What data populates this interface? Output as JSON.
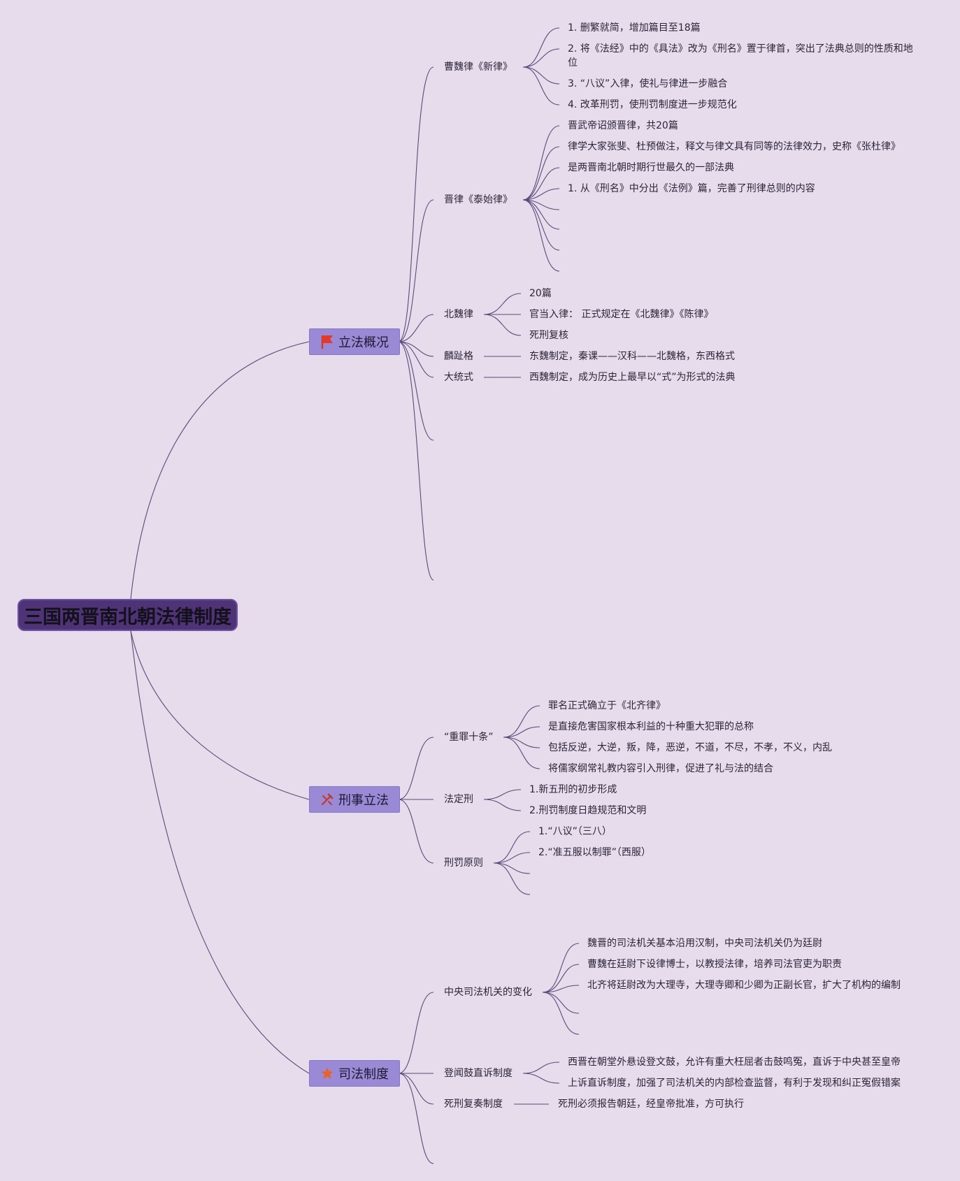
{
  "root": {
    "title": "三国两晋南北朝法律制度"
  },
  "branches": [
    {
      "label": "立法概况",
      "icon": "red-flag-icon",
      "icon_color": "#e03a2f"
    },
    {
      "label": "刑事立法",
      "icon": "tools-icon",
      "icon_color": "#c0392b"
    },
    {
      "label": "司法制度",
      "icon": "star-icon",
      "icon_color": "#e8622c"
    }
  ],
  "legislation": {
    "caowei": {
      "label": "曹魏律《新律》",
      "items": [
        "1. 删繁就简，增加篇目至18篇",
        "2. 将《法经》中的《具法》改为《刑名》置于律首，突出了法典总则的性质和地位",
        "3. “八议”入律，使礼与律进一步融合",
        "4. 改革刑罚，使刑罚制度进一步规范化"
      ]
    },
    "jin": {
      "label": "晋律《泰始律》",
      "items": [
        "晋武帝诏颁晋律，共20篇",
        "律学大家张斐、杜预做注，释文与律文具有同等的法律效力，史称《张杜律》",
        "是两晋南北朝时期行世最久的一部法典",
        "1. 从《刑名》中分出《法例》篇，完善了刑律总则的内容"
      ]
    },
    "beiwei": {
      "label": "北魏律",
      "items": [
        "20篇",
        "官当入律： 正式规定在《北魏律》《陈律》",
        "死刑复核"
      ]
    },
    "linzhi": {
      "label": "麟趾格",
      "item": "东魏制定，秦课——汉科——北魏格，东西格式"
    },
    "datong": {
      "label": "大统式",
      "item": "西魏制定，成为历史上最早以“式”为形式的法典"
    }
  },
  "criminal": {
    "zhongzui": {
      "label": "“重罪十条”",
      "items": [
        "罪名正式确立于《北齐律》",
        "是直接危害国家根本利益的十种重大犯罪的总称",
        "包括反逆，大逆，叛，降，恶逆，不道，不尽，不孝，不义，内乱",
        "将儒家纲常礼教内容引入刑律，促进了礼与法的结合"
      ]
    },
    "fadingxing": {
      "label": "法定刑",
      "items": [
        "1.新五刑的初步形成",
        "2.刑罚制度日趋规范和文明"
      ]
    },
    "xingfa": {
      "label": "刑罚原则",
      "items": [
        "1.“八议”（三八）",
        "2.“准五服以制罪”（西服）"
      ]
    }
  },
  "judicial": {
    "central": {
      "label": "中央司法机关的变化",
      "items": [
        "魏晋的司法机关基本沿用汉制，中央司法机关仍为廷尉",
        "曹魏在廷尉下设律博士，以教授法律，培养司法官吏为职责",
        "北齐将廷尉改为大理寺，大理寺卿和少卿为正副长官，扩大了机构的编制"
      ]
    },
    "dengwengu": {
      "label": "登闻鼓直诉制度",
      "items": [
        "西晋在朝堂外悬设登文鼓，允许有重大枉屈者击鼓鸣冤，直诉于中央甚至皇帝",
        "上诉直诉制度，加强了司法机关的内部检查监督，有利于发现和纠正冤假错案"
      ]
    },
    "sixing": {
      "label": "死刑复奏制度",
      "item": "死刑必须报告朝廷，经皇帝批准，方可执行"
    }
  },
  "colors": {
    "background": "#e6dcec",
    "line": "#5a4a7a",
    "root_fill": "#4e3477",
    "branch_fill": "#9a8ad6"
  }
}
